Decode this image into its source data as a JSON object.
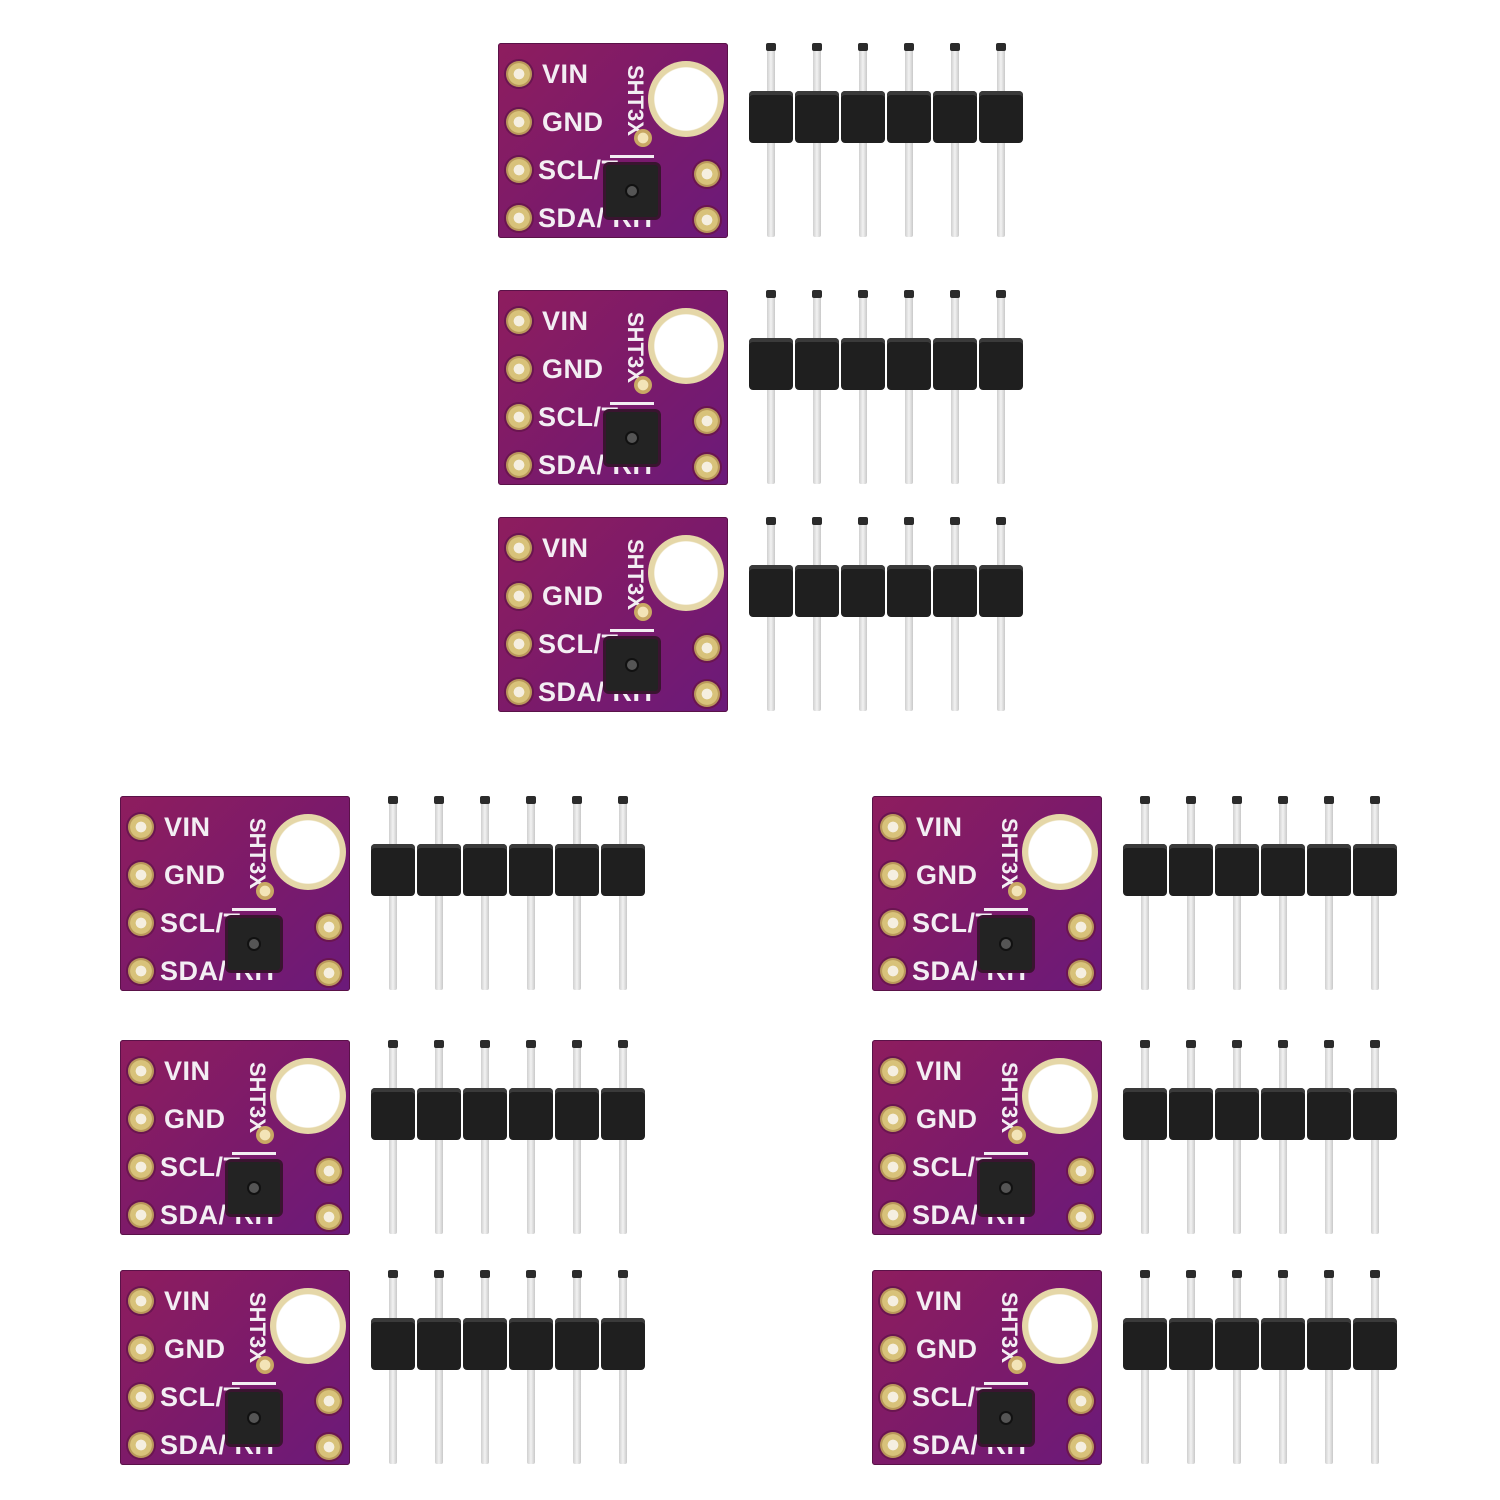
{
  "scene": {
    "description": "Product photo of 9 SHT3X temperature/humidity sensor breakout boards, each with a 6-pin male header strip",
    "background_color": "#ffffff",
    "board_color": "#7f1c66"
  },
  "board": {
    "model": "SHT3X",
    "left_pins": [
      "VIN",
      "GND",
      "SCL/T",
      "SDA/ RH"
    ],
    "header_pin_count": 6
  },
  "groups": [
    {
      "name": "top-center",
      "count": 3
    },
    {
      "name": "bottom-left",
      "count": 3
    },
    {
      "name": "bottom-right",
      "count": 3
    }
  ]
}
